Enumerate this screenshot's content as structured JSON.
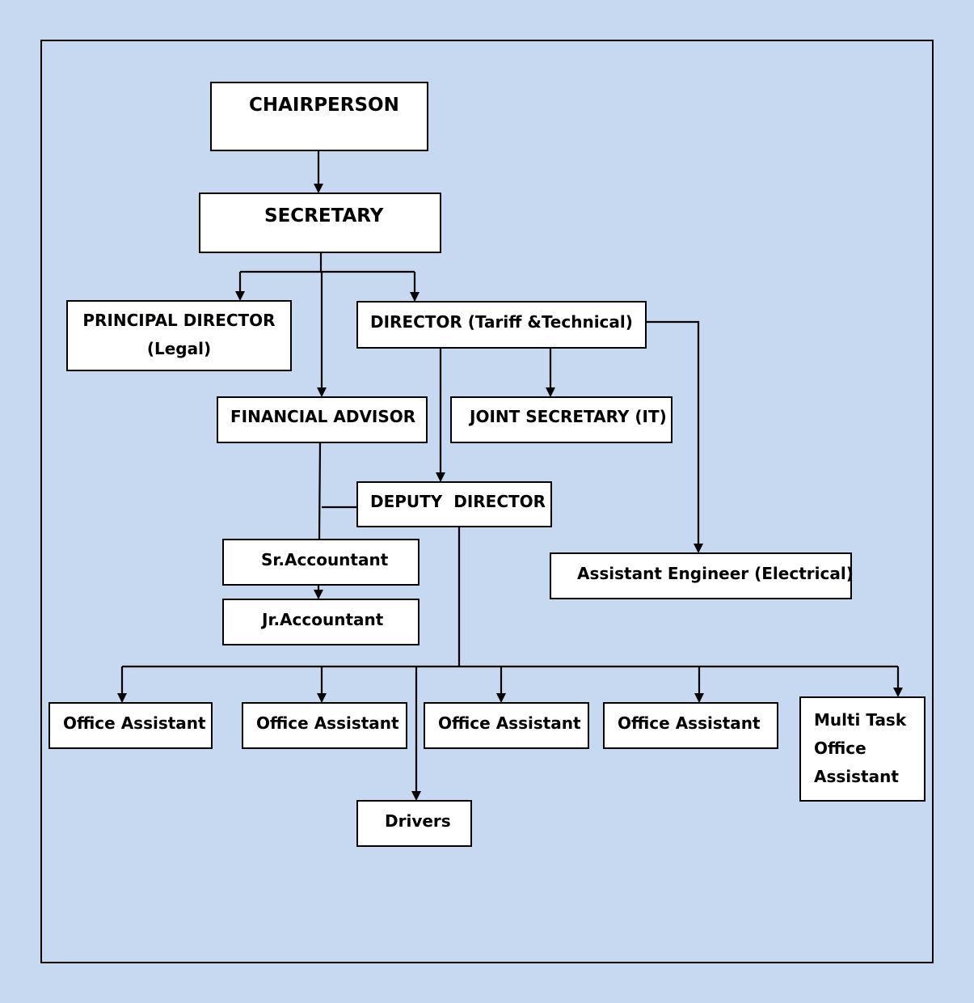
{
  "nodes": {
    "chairperson": "CHAIRPERSON",
    "secretary": "SECRETARY",
    "principal_director": [
      "PRINCIPAL DIRECTOR",
      "(Legal)"
    ],
    "director": "DIRECTOR (Tariff &Technical)",
    "financial_advisor": "FINANCIAL ADVISOR",
    "joint_secretary": "JOINT SECRETARY (IT)",
    "deputy_director": "DEPUTY  DIRECTOR",
    "sr_accountant": "Sr.Accountant",
    "jr_accountant": "Jr.Accountant",
    "assistant_engineer": "Assistant Engineer (Electrical)",
    "office_assistants": [
      "Office Assistant",
      "Office Assistant",
      "Office Assistant",
      "Office Assistant"
    ],
    "multi_task": [
      "Multi Task",
      "Office",
      "Assistant"
    ],
    "drivers": "Drivers"
  }
}
